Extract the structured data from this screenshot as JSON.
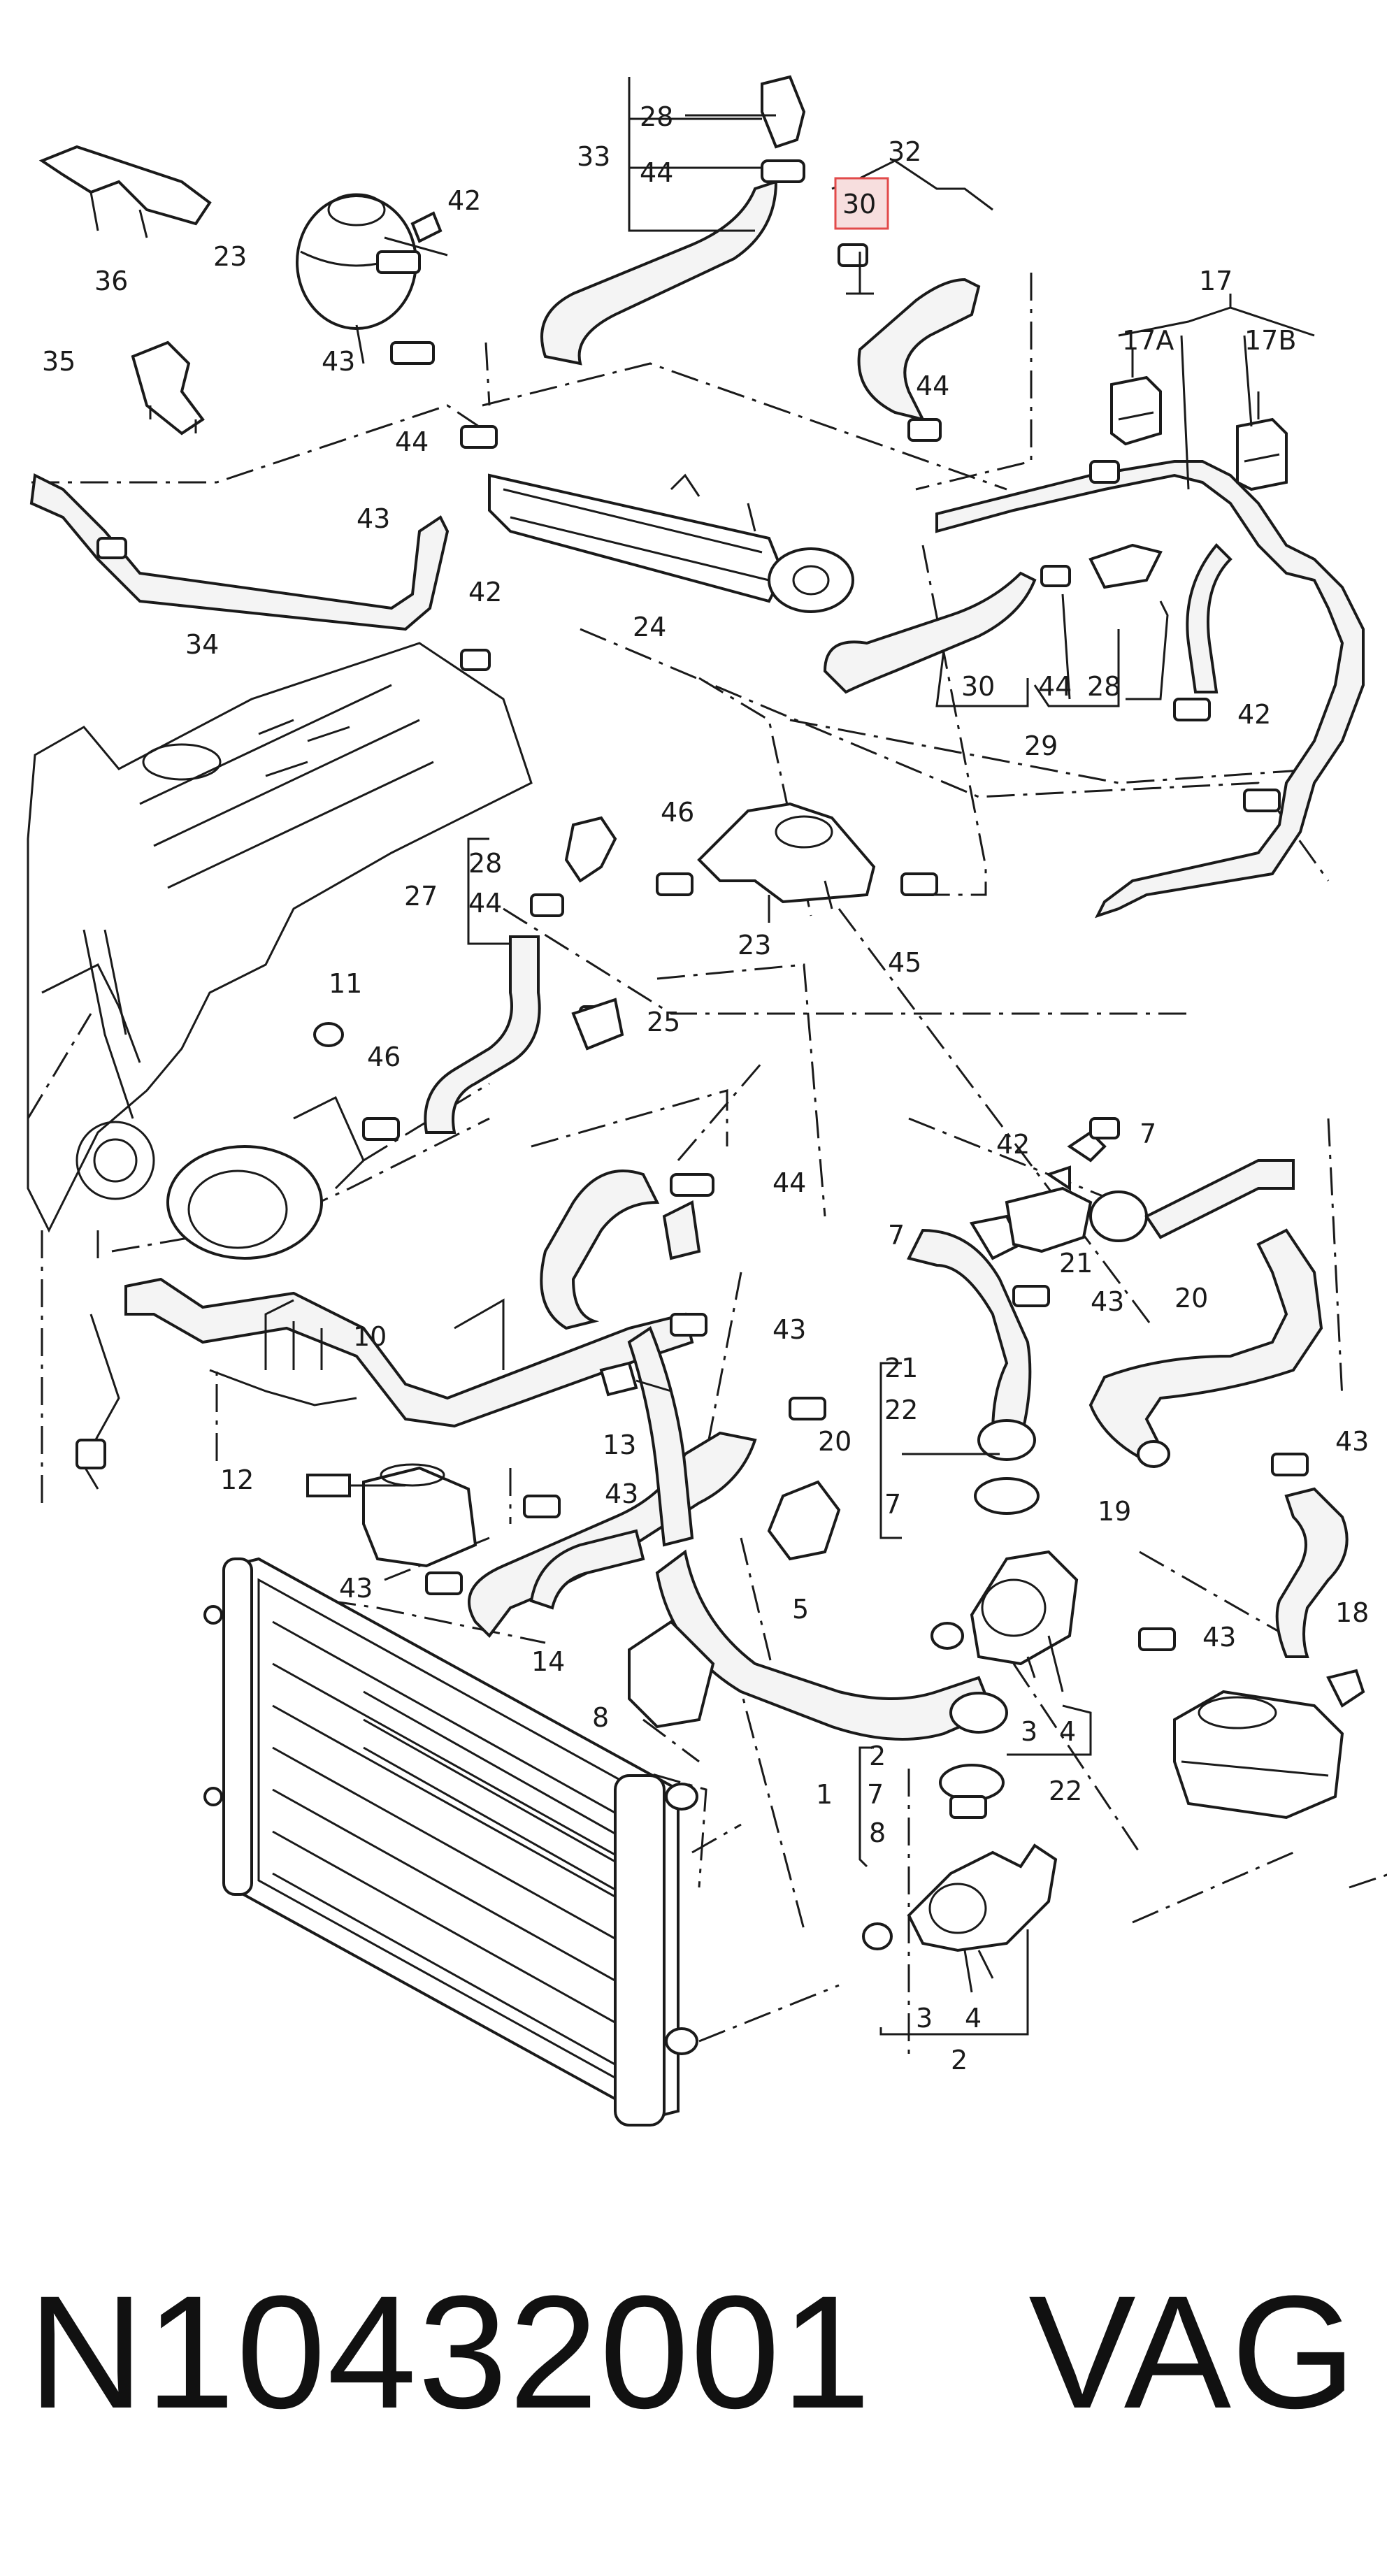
{
  "highlight": {
    "label": "30",
    "color": "#e24a4a"
  },
  "footer": {
    "part_number": "N10432001",
    "maker": "VAG"
  },
  "labels": [
    "28",
    "33",
    "44",
    "32",
    "30",
    "17",
    "42",
    "23",
    "36",
    "17A",
    "17B",
    "35",
    "43",
    "44",
    "44",
    "43",
    "34",
    "24",
    "30",
    "44",
    "28",
    "29",
    "42",
    "42",
    "46",
    "28",
    "27",
    "44",
    "23",
    "45",
    "11",
    "25",
    "46",
    "42",
    "7",
    "7",
    "21",
    "43",
    "20",
    "44",
    "10",
    "43",
    "21",
    "22",
    "20",
    "7",
    "19",
    "13",
    "12",
    "43",
    "43",
    "5",
    "18",
    "43",
    "14",
    "3",
    "4",
    "22",
    "43",
    "8",
    "2",
    "1",
    "7",
    "8",
    "3",
    "4",
    "2"
  ]
}
